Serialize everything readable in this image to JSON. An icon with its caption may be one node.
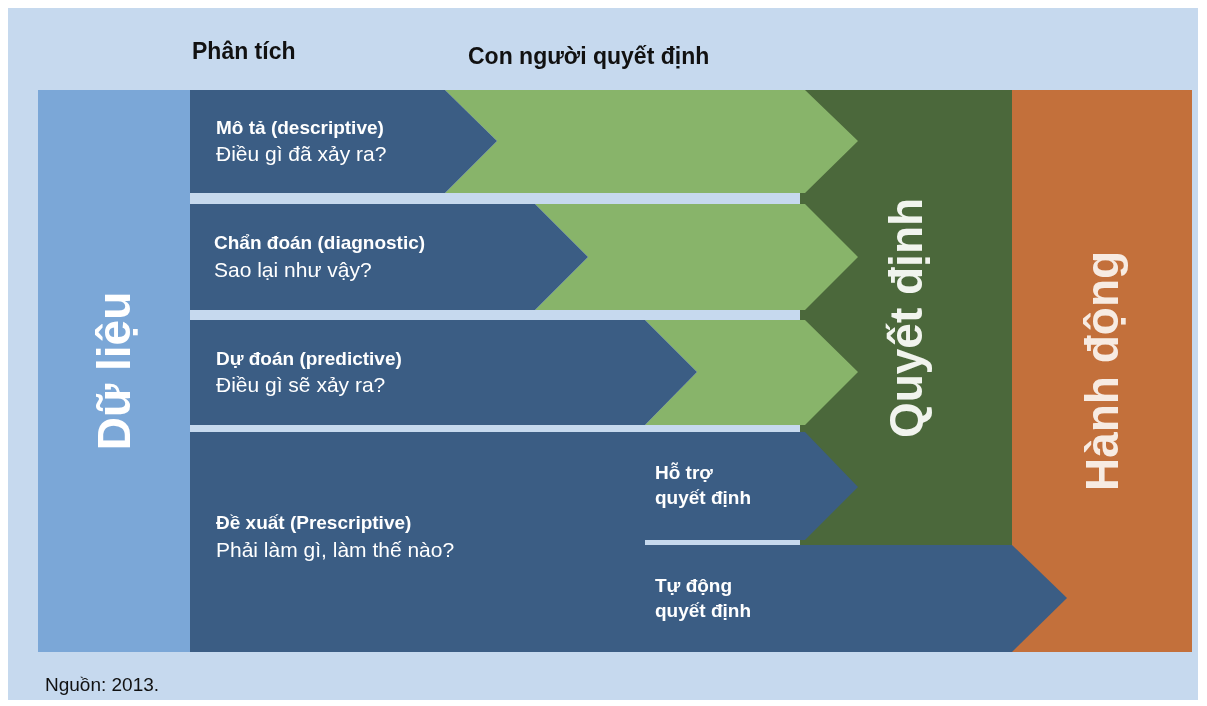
{
  "diagram": {
    "caption": "Nguồn: 2013.",
    "nodes": [
      {
        "text": [
          "Dữ liệu"
        ]
      },
      {
        "text": [
          "Mô tả (descriptive)",
          "Điều gì đã xảy ra?"
        ]
      },
      {
        "text": [],
        "shape": "arrow"
      },
      {
        "text": [
          "Chẩn đoán (diagnostic)",
          "Sao lại như vậy?"
        ]
      },
      {
        "text": [],
        "shape": "arrow"
      },
      {
        "text": [
          "Dự đoán (predictive)",
          "Điều gì sẽ xảy ra?"
        ]
      },
      {
        "text": [],
        "shape": "arrow"
      },
      {
        "text": [
          "Đề xuất (Prescriptive)",
          "Phải làm gì, làm thế nào?"
        ]
      },
      {
        "text": [
          "Hỗ trợ quyết định"
        ]
      },
      {
        "text": [
          "Tự động quyết định"
        ]
      },
      {
        "text": [
          "Quyết định"
        ]
      },
      {
        "text": [
          "Hành động"
        ]
      }
    ],
    "edges": [],
    "labels": [
      "Phân tích",
      "Con người quyết định"
    ]
  }
}
